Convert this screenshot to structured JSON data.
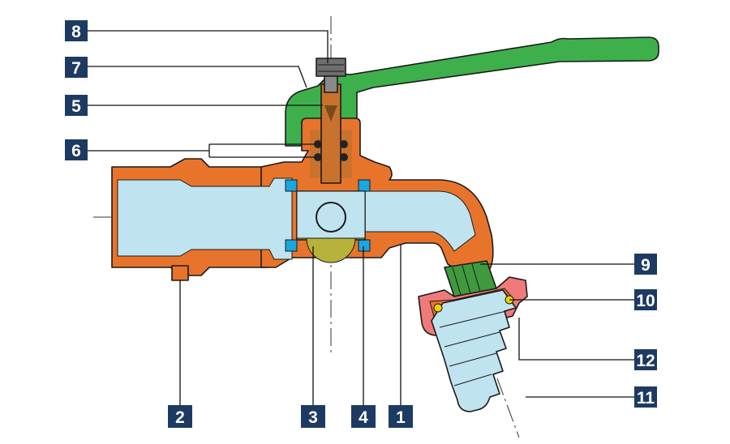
{
  "colors": {
    "body": "#e8742c",
    "body_dark": "#c4571a",
    "bore": "#bfe4ef",
    "handle": "#3db04b",
    "stem": "#c9722e",
    "ball": "#b9b23a",
    "seal": "#1aa6de",
    "strainer": "#3f9a3e",
    "nut": "#f07a7a",
    "label_bg": "#1d3a63",
    "label_text": "#ffffff"
  },
  "callouts": [
    {
      "id": "8",
      "text": "8"
    },
    {
      "id": "7",
      "text": "7"
    },
    {
      "id": "5",
      "text": "5"
    },
    {
      "id": "6",
      "text": "6"
    },
    {
      "id": "9",
      "text": "9"
    },
    {
      "id": "10",
      "text": "10"
    },
    {
      "id": "12",
      "text": "12"
    },
    {
      "id": "11",
      "text": "11"
    },
    {
      "id": "2",
      "text": "2"
    },
    {
      "id": "3",
      "text": "3"
    },
    {
      "id": "4",
      "text": "4"
    },
    {
      "id": "1",
      "text": "1"
    }
  ]
}
